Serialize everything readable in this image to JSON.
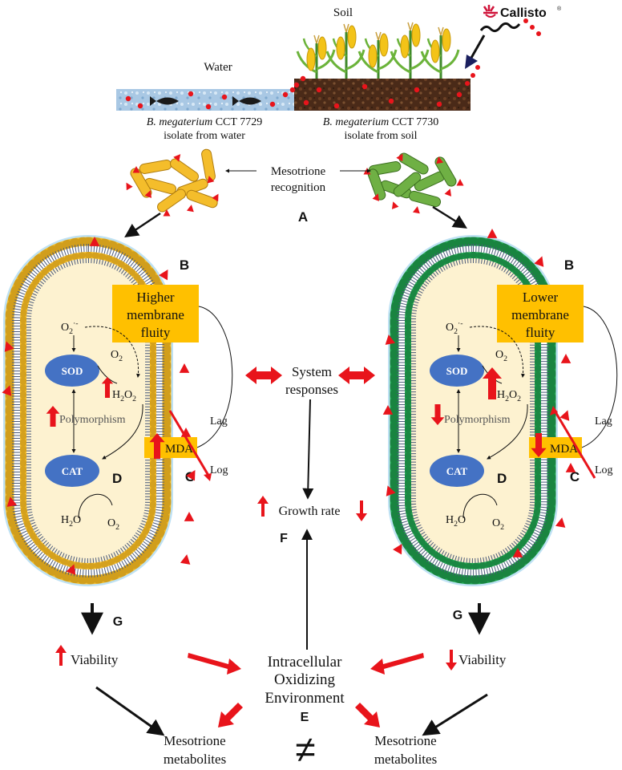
{
  "top": {
    "water_label": "Water",
    "soil_label": "Soil",
    "brand": "Callisto",
    "brand_mark": "®",
    "water_caption": {
      "species": "B. megaterium",
      "strain": " CCT 7729",
      "line2": "isolate from water"
    },
    "soil_caption": {
      "species": "B. megaterium",
      "strain": " CCT 7730",
      "line2": "isolate from soil"
    }
  },
  "recognition": {
    "line1": "Mesotrione",
    "line2": "recognition",
    "letter": "A"
  },
  "left_cell": {
    "membrane_label": {
      "line1": "Higher",
      "line2": "membrane",
      "line3": "fluity"
    },
    "membrane_letter": "B",
    "o2_radical": "O",
    "o2_sub": "2",
    "o2_sup": "·-",
    "sod": "SOD",
    "cat": "CAT",
    "o2b": "O",
    "o2b_sub": "2",
    "h2o2_a": "H",
    "h2o2_sub1": "2",
    "h2o2_b": "O",
    "h2o2_sub2": "2",
    "polymorphism": "Polymorphism",
    "mda": "MDA",
    "h2o": "H",
    "h2o_sub": "2",
    "h2o_end": "O",
    "o2c": "O",
    "o2c_sub": "2",
    "letter_D": "D",
    "letter_C": "C",
    "lag": "Lag",
    "log": "Log",
    "accent": "#f4bd2b"
  },
  "right_cell": {
    "membrane_label": {
      "line1": "Lower",
      "line2": "membrane",
      "line3": "fluity"
    },
    "membrane_letter": "B",
    "o2_radical": "O",
    "o2_sub": "2",
    "o2_sup": "·-",
    "sod": "SOD",
    "cat": "CAT",
    "o2b": "O",
    "o2b_sub": "2",
    "h2o2_a": "H",
    "h2o2_sub1": "2",
    "h2o2_b": "O",
    "h2o2_sub2": "2",
    "polymorphism": "Polymorphism",
    "mda": "MDA",
    "h2o": "H",
    "h2o_sub": "2",
    "h2o_end": "O",
    "o2c": "O",
    "o2c_sub": "2",
    "letter_D": "D",
    "letter_C": "C",
    "lag": "Lag",
    "log": "Log",
    "accent": "#22a852"
  },
  "center": {
    "system_line1": "System",
    "system_line2": "responses",
    "growth_rate": "Growth rate",
    "letter_F": "F",
    "oxidizing_line1": "Intracellular",
    "oxidizing_line2": "Oxidizing",
    "oxidizing_line3": "Environment",
    "letter_E": "E",
    "not_equal": "≠"
  },
  "bottom": {
    "letter_G_left": "G",
    "letter_G_right": "G",
    "viability_left": "Viability",
    "viability_right": "Viability",
    "metabolites_left": {
      "line1": "Mesotrione",
      "line2": "metabolites"
    },
    "metabolites_right": {
      "line1": "Mesotrione",
      "line2": "metabolites"
    }
  },
  "colors": {
    "red": "#e8141b",
    "membrane_box": "#ffc000",
    "enzyme": "#4472c4",
    "cytoplasm": "#fdf2d0",
    "halo": "#9fd3ee",
    "water": "#a9c8e4",
    "soil": "#5a3320"
  },
  "icons": [
    "fish-icon",
    "corn-plant-icon",
    "herbicide-molecule-icon",
    "callisto-logo-icon",
    "arrow-icon"
  ]
}
